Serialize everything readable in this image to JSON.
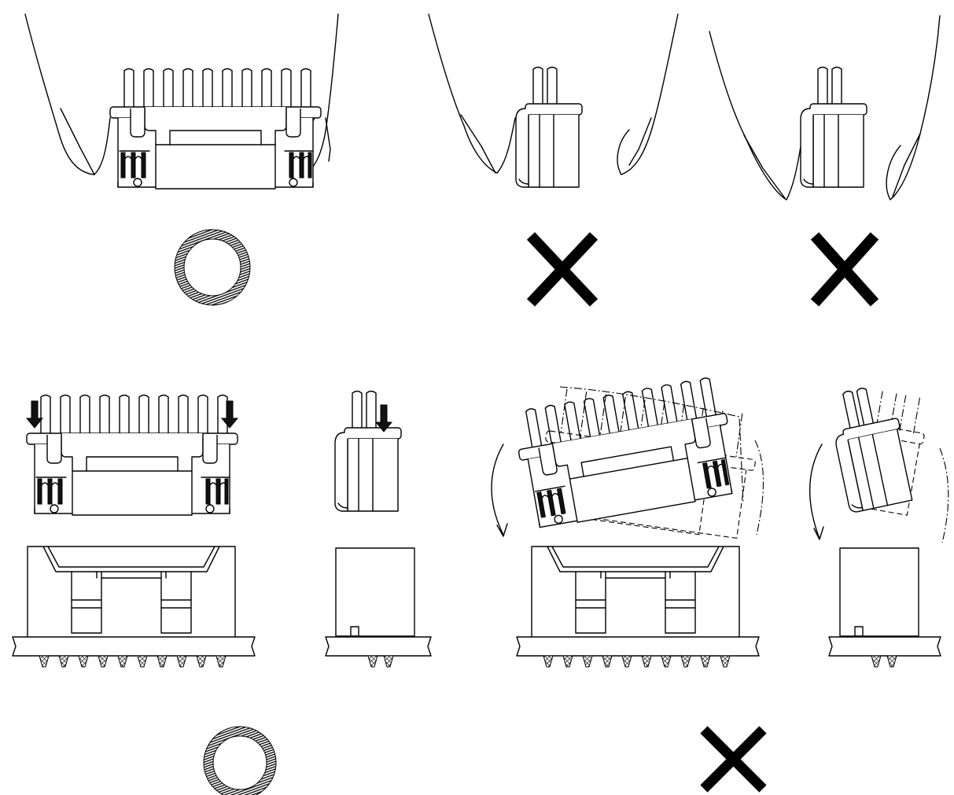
{
  "figure": {
    "icons": {
      "correct_mark": "circle-icon",
      "incorrect_mark": "x-cross-icon",
      "press_arrow": "down-arrow-icon",
      "rotation_arrow": "curved-arrow-icon"
    },
    "panels": [
      {
        "id": "grip-correct",
        "verdict": "correct",
        "description_icon": "fingers-gripping-connector-sides"
      },
      {
        "id": "grip-wrong-side",
        "verdict": "incorrect",
        "description_icon": "fingers-gripping-narrow-side"
      },
      {
        "id": "grip-wrong-corner",
        "verdict": "incorrect",
        "description_icon": "fingers-gripping-edge"
      },
      {
        "id": "insert-straight",
        "verdict": "correct",
        "description_icon": "vertical-insertion"
      },
      {
        "id": "insert-angled",
        "verdict": "incorrect",
        "description_icon": "tilted-insertion"
      }
    ],
    "colors": {
      "line": "#000000",
      "background": "#ffffff",
      "hatch": "#111111"
    }
  }
}
